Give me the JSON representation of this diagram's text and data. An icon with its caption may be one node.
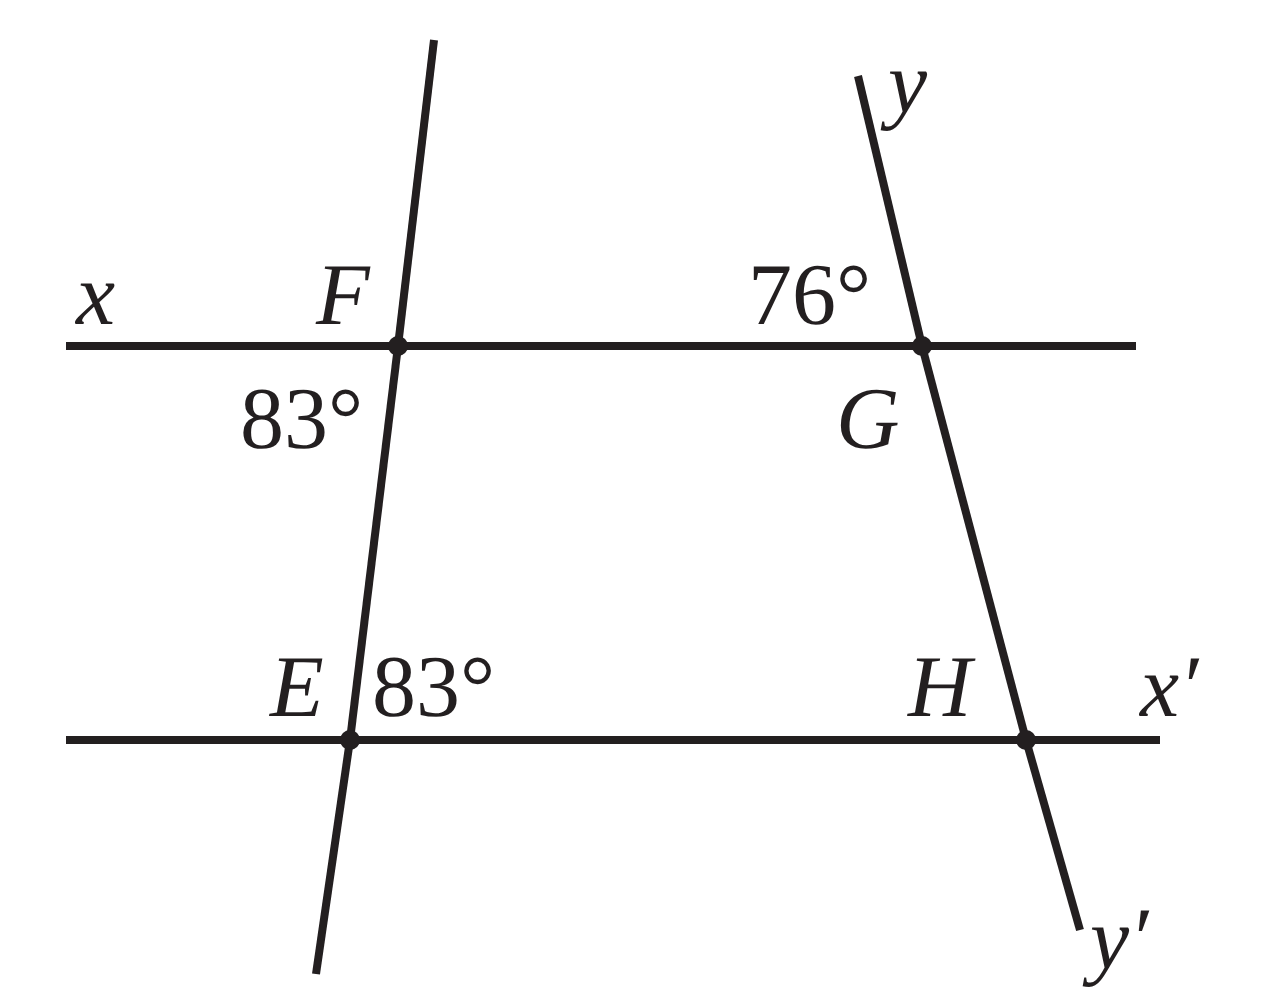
{
  "diagram": {
    "nodes": [
      {
        "text": [
          "F"
        ]
      },
      {
        "text": [
          "G"
        ]
      },
      {
        "text": [
          "E"
        ]
      },
      {
        "text": [
          "H"
        ]
      }
    ],
    "edges": [
      {
        "from": 0,
        "to": 1,
        "arrow": "none"
      },
      {
        "from": 2,
        "to": 0,
        "arrow": "none"
      },
      {
        "from": 1,
        "to": 3,
        "arrow": "none"
      },
      {
        "from": 2,
        "to": 3,
        "arrow": "none"
      }
    ],
    "labels": [
      "y",
      "x",
      "76°",
      "83°",
      "83°",
      "x′",
      "y′"
    ]
  }
}
